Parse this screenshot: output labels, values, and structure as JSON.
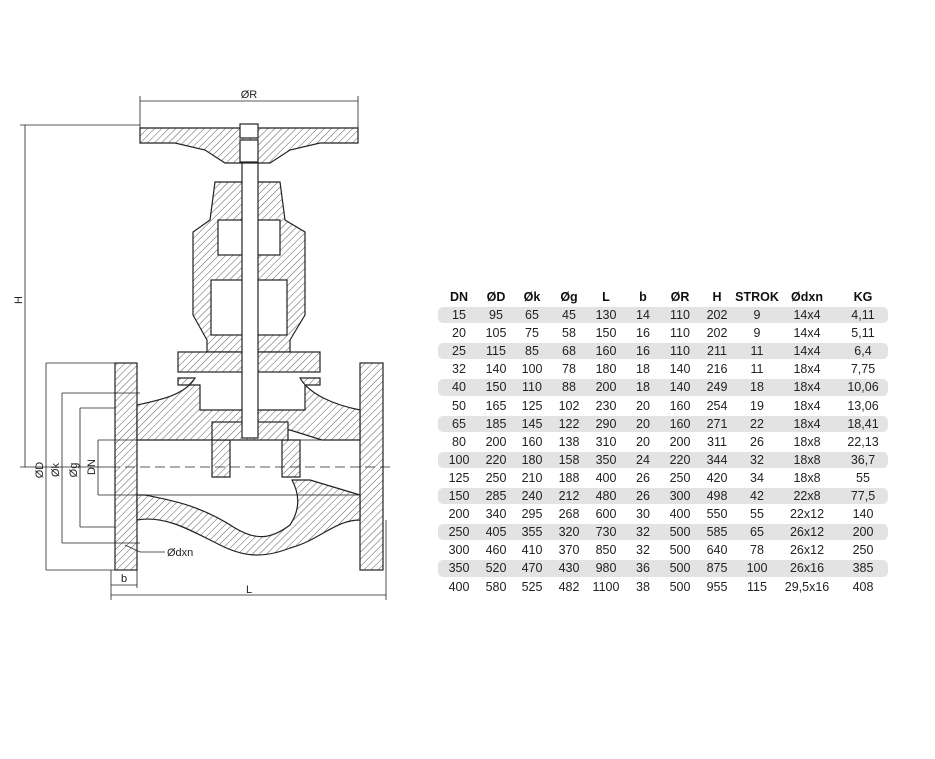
{
  "drawing": {
    "labels": {
      "R": "ØR",
      "H": "H",
      "D": "ØD",
      "k": "Øk",
      "g": "Øg",
      "DN": "DN",
      "dxn": "Ødxn",
      "b": "b",
      "L": "L"
    }
  },
  "table": {
    "headers": [
      "DN",
      "ØD",
      "Øk",
      "Øg",
      "L",
      "b",
      "ØR",
      "H",
      "STROK",
      "Ødxn",
      "KG"
    ],
    "rows": [
      [
        "15",
        "95",
        "65",
        "45",
        "130",
        "14",
        "110",
        "202",
        "9",
        "14x4",
        "4,11"
      ],
      [
        "20",
        "105",
        "75",
        "58",
        "150",
        "16",
        "110",
        "202",
        "9",
        "14x4",
        "5,11"
      ],
      [
        "25",
        "115",
        "85",
        "68",
        "160",
        "16",
        "110",
        "211",
        "11",
        "14x4",
        "6,4"
      ],
      [
        "32",
        "140",
        "100",
        "78",
        "180",
        "18",
        "140",
        "216",
        "11",
        "18x4",
        "7,75"
      ],
      [
        "40",
        "150",
        "110",
        "88",
        "200",
        "18",
        "140",
        "249",
        "18",
        "18x4",
        "10,06"
      ],
      [
        "50",
        "165",
        "125",
        "102",
        "230",
        "20",
        "160",
        "254",
        "19",
        "18x4",
        "13,06"
      ],
      [
        "65",
        "185",
        "145",
        "122",
        "290",
        "20",
        "160",
        "271",
        "22",
        "18x4",
        "18,41"
      ],
      [
        "80",
        "200",
        "160",
        "138",
        "310",
        "20",
        "200",
        "311",
        "26",
        "18x8",
        "22,13"
      ],
      [
        "100",
        "220",
        "180",
        "158",
        "350",
        "24",
        "220",
        "344",
        "32",
        "18x8",
        "36,7"
      ],
      [
        "125",
        "250",
        "210",
        "188",
        "400",
        "26",
        "250",
        "420",
        "34",
        "18x8",
        "55"
      ],
      [
        "150",
        "285",
        "240",
        "212",
        "480",
        "26",
        "300",
        "498",
        "42",
        "22x8",
        "77,5"
      ],
      [
        "200",
        "340",
        "295",
        "268",
        "600",
        "30",
        "400",
        "550",
        "55",
        "22x12",
        "140"
      ],
      [
        "250",
        "405",
        "355",
        "320",
        "730",
        "32",
        "500",
        "585",
        "65",
        "26x12",
        "200"
      ],
      [
        "300",
        "460",
        "410",
        "370",
        "850",
        "32",
        "500",
        "640",
        "78",
        "26x12",
        "250"
      ],
      [
        "350",
        "520",
        "470",
        "430",
        "980",
        "36",
        "500",
        "875",
        "100",
        "26x16",
        "385"
      ],
      [
        "400",
        "580",
        "525",
        "482",
        "1100",
        "38",
        "500",
        "955",
        "115",
        "29,5x16",
        "408"
      ]
    ]
  },
  "colors": {
    "stripe": "#e3e3e3",
    "line": "#222222"
  }
}
